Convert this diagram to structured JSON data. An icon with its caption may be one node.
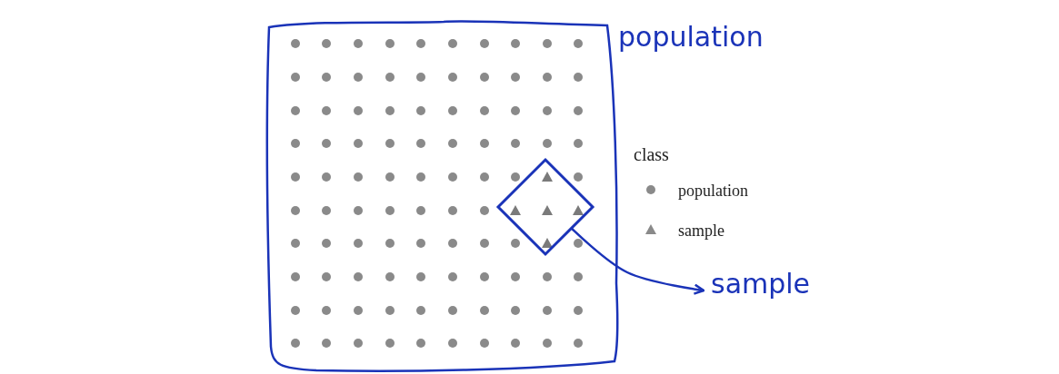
{
  "diagram": {
    "nodes": [
      {
        "text": [
          "population"
        ]
      },
      {
        "text": [],
        "shape": "diamond",
        "in": 0
      },
      {
        "text": [
          "sample"
        ]
      }
    ],
    "edges": [
      {
        "from": 1,
        "to": 2,
        "arrow": "to"
      }
    ],
    "labels": [
      "class"
    ],
    "legend": [
      {
        "text": "population"
      },
      {
        "text": "sample"
      }
    ]
  }
}
